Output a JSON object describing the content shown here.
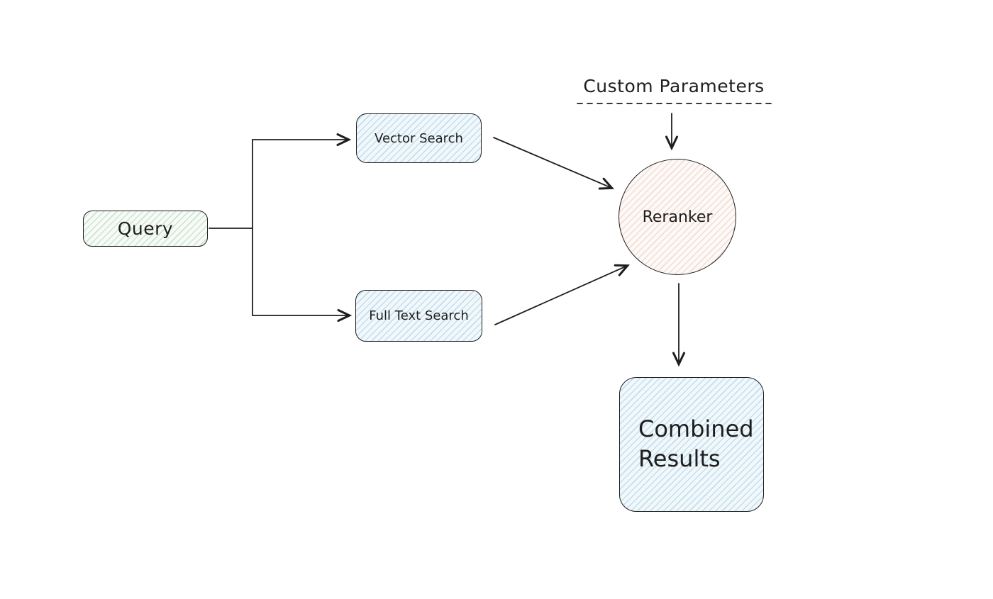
{
  "diagram": {
    "background": "#ffffff",
    "stroke_color": "#1e1e1e",
    "nodes": {
      "query": {
        "label": "Query",
        "shape": "rounded-rectangle",
        "fill_style": "hatch",
        "fill_color": "#e8f3e9",
        "stroke": "#1e1e1e"
      },
      "vector_search": {
        "label": "Vector Search",
        "shape": "rounded-rectangle",
        "fill_style": "hatch",
        "fill_color": "#e3f0f7",
        "stroke": "#1e1e1e"
      },
      "full_text_search": {
        "label": "Full Text Search",
        "shape": "rounded-rectangle",
        "fill_style": "hatch",
        "fill_color": "#e3f0f7",
        "stroke": "#1e1e1e"
      },
      "reranker": {
        "label": "Reranker",
        "shape": "circle",
        "fill_style": "hatch",
        "fill_color": "#faeae4",
        "stroke": "#1e1e1e"
      },
      "combined_results": {
        "label": "Combined Results",
        "shape": "rounded-rectangle",
        "fill_style": "hatch",
        "fill_color": "#e3f0f7",
        "stroke": "#1e1e1e"
      }
    },
    "annotations": {
      "custom_parameters": {
        "label": "Custom Parameters",
        "underline": "dashed"
      }
    },
    "edges": [
      {
        "from": "query",
        "to": "vector_search",
        "arrowhead": true
      },
      {
        "from": "query",
        "to": "full_text_search",
        "arrowhead": true
      },
      {
        "from": "vector_search",
        "to": "reranker",
        "arrowhead": true
      },
      {
        "from": "full_text_search",
        "to": "reranker",
        "arrowhead": true
      },
      {
        "from": "custom_parameters",
        "to": "reranker",
        "arrowhead": true
      },
      {
        "from": "reranker",
        "to": "combined_results",
        "arrowhead": true
      }
    ]
  }
}
